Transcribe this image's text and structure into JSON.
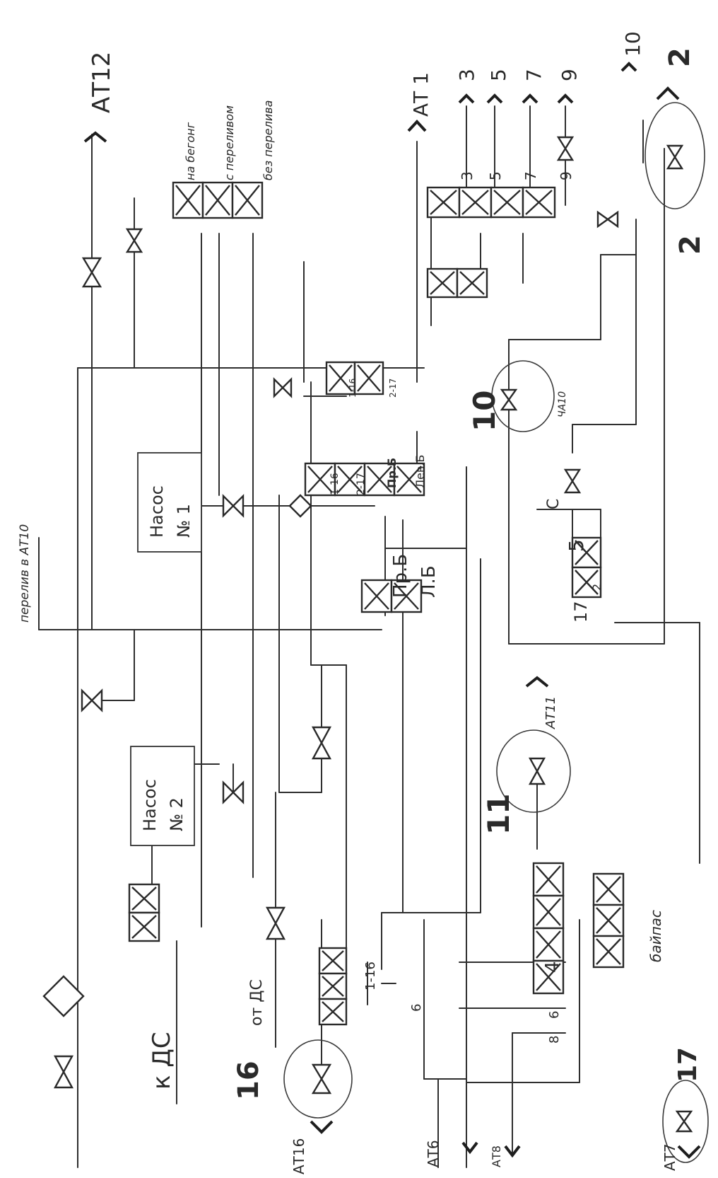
{
  "labels": {
    "top_line_1": "на бегонг",
    "top_line_2": "с переливом",
    "top_line_3": "без перелива",
    "at12": "АТ12",
    "at1": "АТ 1",
    "at10_left": "перелив в АТ10",
    "n3": "3",
    "n5": "5",
    "n7": "7",
    "n9": "9",
    "c10": "10",
    "c2": "2",
    "r3": "3",
    "r5": "5",
    "r7": "7",
    "r9": "9",
    "num2": "2",
    "p116": "1-16",
    "p217": "2-17",
    "m116": "1-16",
    "m217": "2-17",
    "prB": "Пр.Б",
    "levB": "Лев.Б",
    "prB2": "Пр.Б",
    "levB2": "Л.Б",
    "big10": "10",
    "va10": "ЧА10",
    "pump1_a": "Насос",
    "pump1_b": "№ 1",
    "pump2_a": "Насос",
    "pump2_b": "№ 2",
    "c_5": "5",
    "c_C": "С",
    "n17a": "17",
    "n2": "2",
    "at11": "АТ11",
    "big11": "11",
    "bypass": "байпас",
    "big17": "17",
    "num4": "4",
    "num6": "6",
    "num8": "8",
    "ot_dc": "от ДС",
    "k_dc": "к ДС",
    "big16": "16",
    "at16": "АТ16",
    "sm116": "1-16",
    "num6b": "6",
    "at6": "АТ6",
    "at8": "АТ8",
    "at7": "АТ7"
  }
}
